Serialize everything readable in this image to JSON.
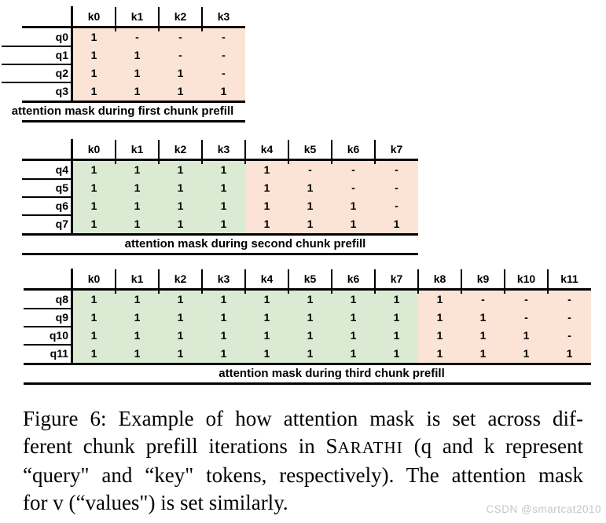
{
  "colors": {
    "green": "#dbead3",
    "pink": "#fbe3d5",
    "line": "#000000",
    "watermark": "#c7c7ca"
  },
  "tables": [
    {
      "caption": "attention mask during first chunk prefill",
      "col_headers": [
        "k0",
        "k1",
        "k2",
        "k3"
      ],
      "row_headers": [
        "q0",
        "q1",
        "q2",
        "q3"
      ],
      "rows": [
        [
          "1",
          "-",
          "-",
          "-"
        ],
        [
          "1",
          "1",
          "-",
          "-"
        ],
        [
          "1",
          "1",
          "1",
          "-"
        ],
        [
          "1",
          "1",
          "1",
          "1"
        ]
      ],
      "green_cols": 0
    },
    {
      "caption": "attention mask during second chunk prefill",
      "col_headers": [
        "k0",
        "k1",
        "k2",
        "k3",
        "k4",
        "k5",
        "k6",
        "k7"
      ],
      "row_headers": [
        "q4",
        "q5",
        "q6",
        "q7"
      ],
      "rows": [
        [
          "1",
          "1",
          "1",
          "1",
          "1",
          "-",
          "-",
          "-"
        ],
        [
          "1",
          "1",
          "1",
          "1",
          "1",
          "1",
          "-",
          "-"
        ],
        [
          "1",
          "1",
          "1",
          "1",
          "1",
          "1",
          "1",
          "-"
        ],
        [
          "1",
          "1",
          "1",
          "1",
          "1",
          "1",
          "1",
          "1"
        ]
      ],
      "green_cols": 4
    },
    {
      "caption": "attention mask during third chunk prefill",
      "col_headers": [
        "k0",
        "k1",
        "k2",
        "k3",
        "k4",
        "k5",
        "k6",
        "k7",
        "k8",
        "k9",
        "k10",
        "k11"
      ],
      "row_headers": [
        "q8",
        "q9",
        "q10",
        "q11"
      ],
      "rows": [
        [
          "1",
          "1",
          "1",
          "1",
          "1",
          "1",
          "1",
          "1",
          "1",
          "-",
          "-",
          "-"
        ],
        [
          "1",
          "1",
          "1",
          "1",
          "1",
          "1",
          "1",
          "1",
          "1",
          "1",
          "-",
          "-"
        ],
        [
          "1",
          "1",
          "1",
          "1",
          "1",
          "1",
          "1",
          "1",
          "1",
          "1",
          "1",
          "-"
        ],
        [
          "1",
          "1",
          "1",
          "1",
          "1",
          "1",
          "1",
          "1",
          "1",
          "1",
          "1",
          "1"
        ]
      ],
      "green_cols": 8
    }
  ],
  "figure_caption": {
    "line1": "Figure 6: Example of how attention mask is set across dif-",
    "line2_pre": "ferent chunk prefill iterations in S",
    "line2_smallcaps": "ARATHI",
    "line2_post": " (q and k represent",
    "line3": "“query\" and “key\" tokens, respectively). The attention mask",
    "line4": "for v (“values\") is set similarly."
  },
  "watermark": "CSDN @smartcat2010"
}
